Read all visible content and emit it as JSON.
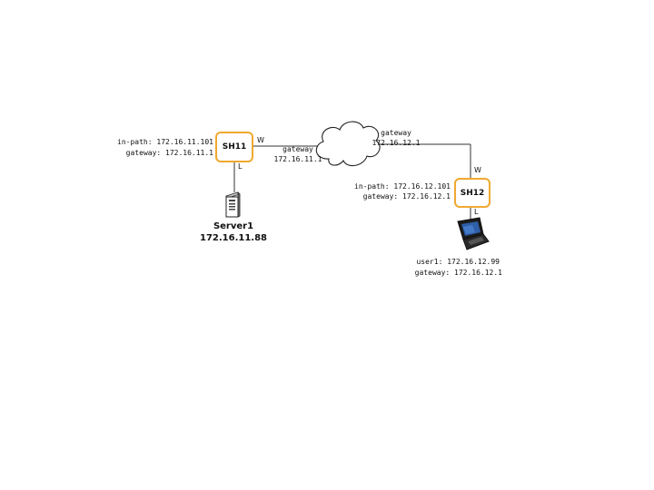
{
  "colors": {
    "appliance_border": "#f0a830",
    "line": "#333333",
    "background": "#ffffff"
  },
  "sh11": {
    "name": "SH11",
    "inpath": "in-path: 172.16.11.101",
    "gateway": "gateway: 172.16.11.1",
    "port_wan": "W",
    "port_lan": "L"
  },
  "sh12": {
    "name": "SH12",
    "inpath": "in-path: 172.16.12.101",
    "gateway": "gateway: 172.16.12.1",
    "port_wan": "W",
    "port_lan": "L"
  },
  "cloud": {
    "left_gw_label": "gateway",
    "left_gw_ip": "172.16.11.1",
    "right_gw_label": "gateway",
    "right_gw_ip": "172.16.12.1",
    "icon": "cloud-icon"
  },
  "server1": {
    "name": "Server1",
    "ip": "172.16.11.88",
    "icon": "server-icon"
  },
  "user1": {
    "ip": "user1: 172.16.12.99",
    "gateway": "gateway: 172.16.12.1",
    "icon": "laptop-icon"
  }
}
